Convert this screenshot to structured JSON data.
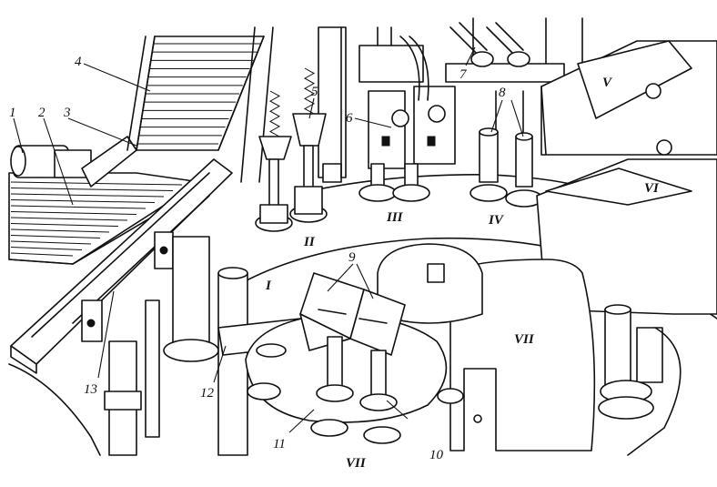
{
  "diagram": {
    "part_numbers": [
      "1",
      "2",
      "3",
      "4",
      "5",
      "6",
      "7",
      "8",
      "9",
      "10",
      "11",
      "12",
      "13"
    ],
    "station_labels": [
      "I",
      "II",
      "III",
      "IV",
      "V",
      "VI",
      "VII",
      "VII"
    ]
  }
}
